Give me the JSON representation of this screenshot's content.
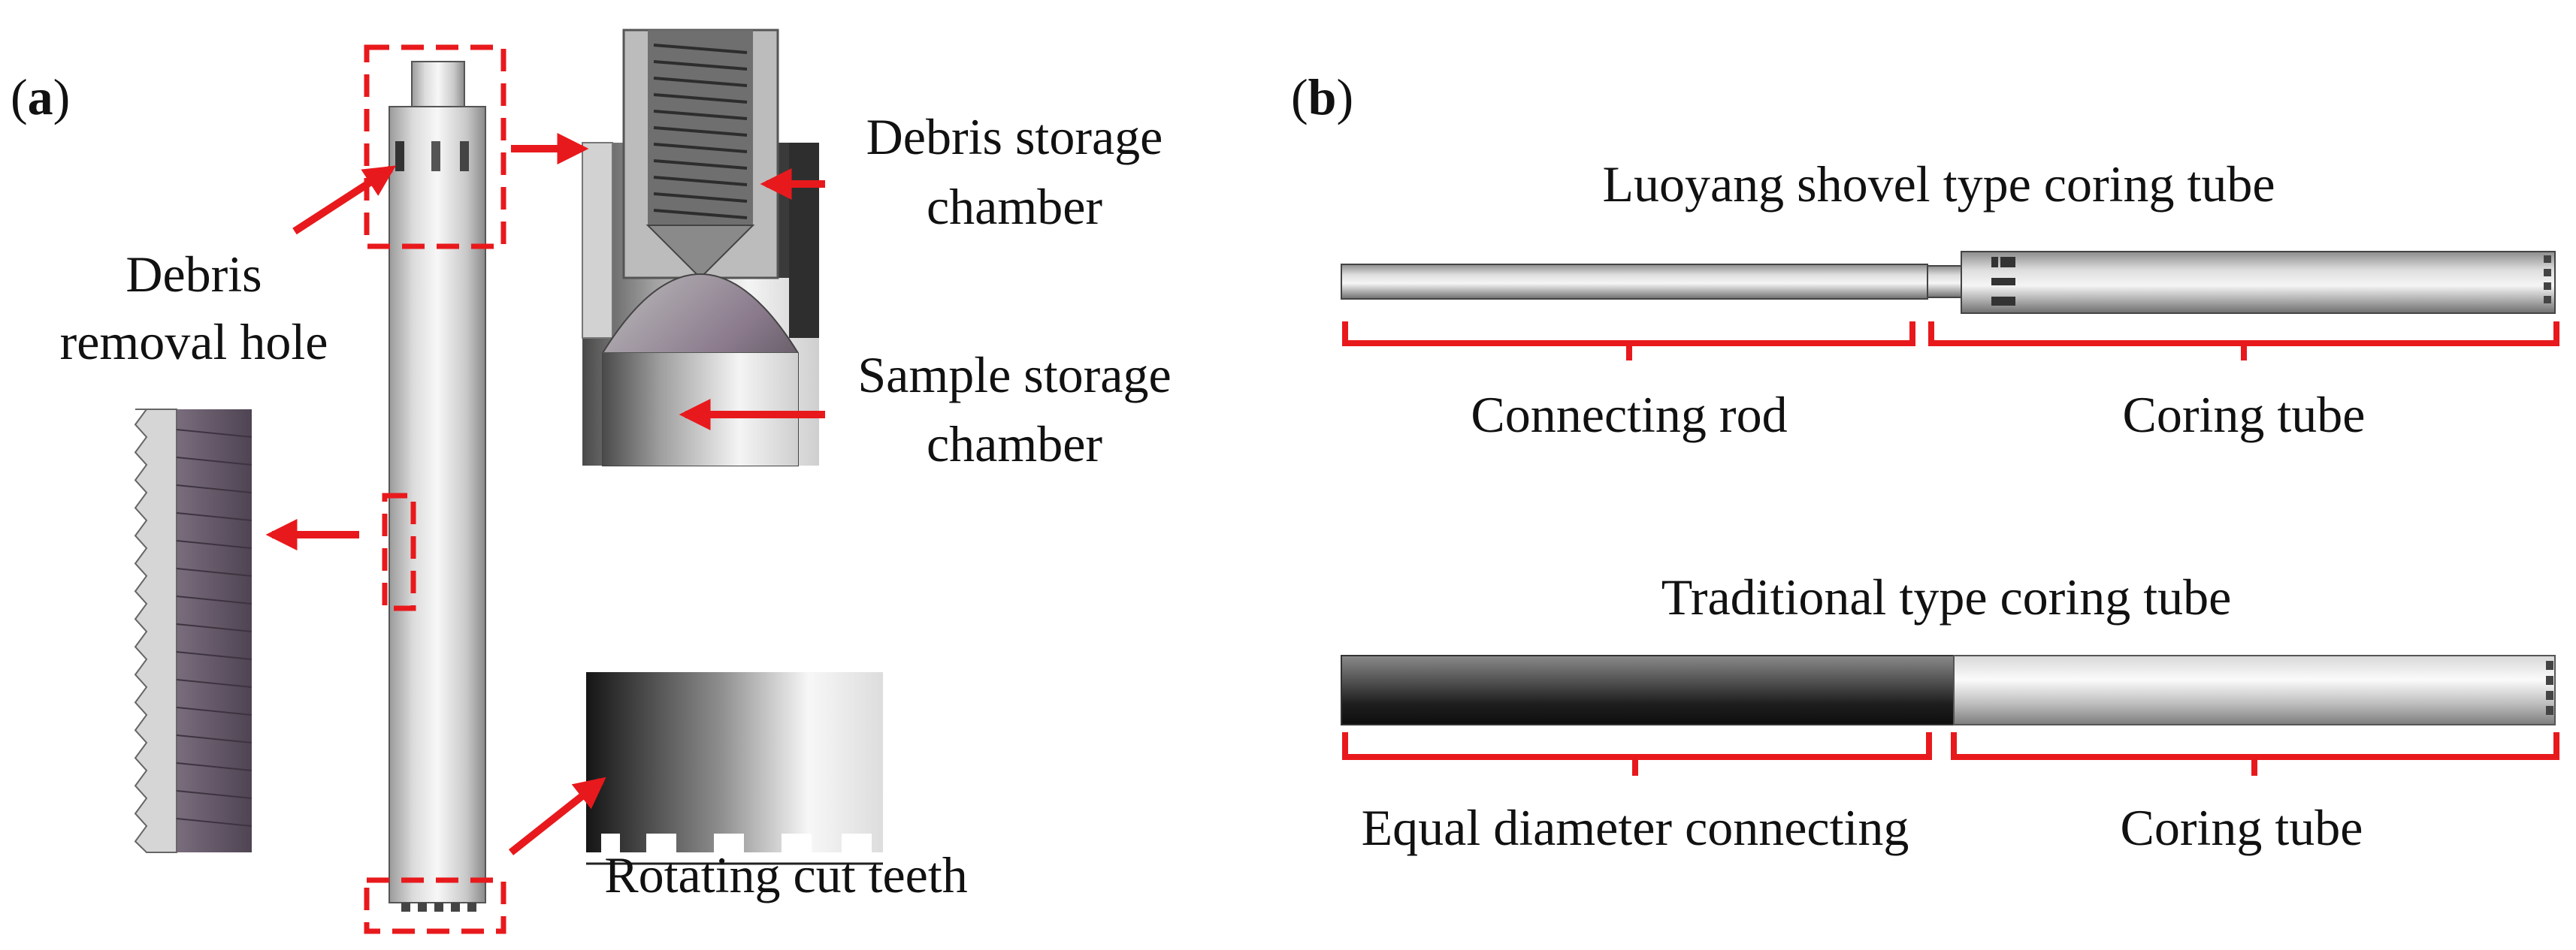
{
  "panel_a": {
    "label_open": "(",
    "label_letter": "a",
    "label_close": ")",
    "debris_removal_hole_line1": "Debris",
    "debris_removal_hole_line2": "removal hole",
    "debris_storage_line1": "Debris storage",
    "debris_storage_line2": "chamber",
    "sample_storage_line1": "Sample storage",
    "sample_storage_line2": "chamber",
    "rotating_teeth": "Rotating cut teeth"
  },
  "panel_b": {
    "label_open": "(",
    "label_letter": "b",
    "label_close": ")",
    "luoyang_title": "Luoyang shovel type coring tube",
    "connecting_rod": "Connecting rod",
    "coring_tube_1": "Coring tube",
    "traditional_title": "Traditional type coring tube",
    "equal_diameter": "Equal diameter connecting",
    "coring_tube_2": "Coring tube"
  },
  "colors": {
    "annotation_red": "#e8191c",
    "metal_light": "#f2f2f2",
    "metal_dark": "#2a2a2a",
    "thread_purple": "#6e6070"
  }
}
